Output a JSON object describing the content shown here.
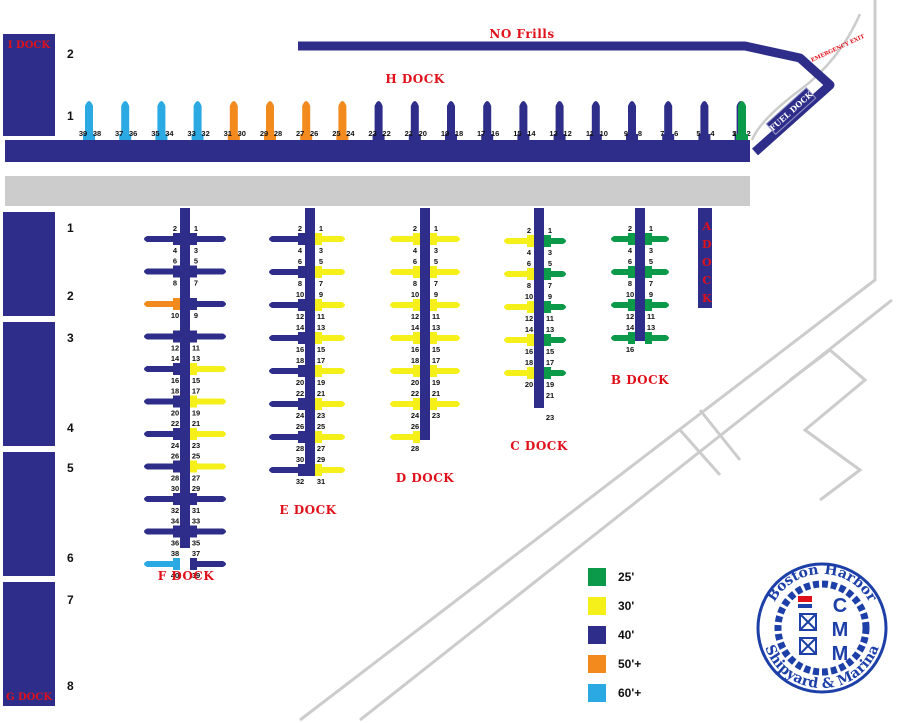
{
  "colors": {
    "navy": "#2e2e8a",
    "gray": "#cccccc",
    "red": "#e0101a",
    "green": "#0a9a4a",
    "yellow": "#f5ef1a",
    "orange": "#f28a1e",
    "cyan": "#2aa9e3"
  },
  "labels": {
    "no_frills": "NO Frills",
    "emergency_exit": "EMERGENCY EXIT",
    "fuel_dock": "FUEL DOCK",
    "h_dock": "H DOCK",
    "f_dock": "F DOCK",
    "e_dock": "E DOCK",
    "d_dock": "D DOCK",
    "c_dock": "C DOCK",
    "b_dock": "B DOCK",
    "a_dock": "A DOCK",
    "i_dock": "I DOCK",
    "g_dock": "G DOCK"
  },
  "sections": [
    "2",
    "1",
    "1",
    "2",
    "3",
    "4",
    "5",
    "6",
    "7",
    "8"
  ],
  "legend": [
    {
      "color": "green",
      "label": "25'"
    },
    {
      "color": "yellow",
      "label": "30'"
    },
    {
      "color": "navy",
      "label": "40'"
    },
    {
      "color": "orange",
      "label": "50'+"
    },
    {
      "color": "cyan",
      "label": "60'+"
    }
  ],
  "logo": {
    "top": "Boston Harbor",
    "bottom": "Shipyard & Marina",
    "letters": [
      "C",
      "M",
      "M"
    ]
  },
  "h_dock": {
    "fingers": [
      {
        "size": "cyan",
        "left": "39",
        "right": "38"
      },
      {
        "size": "cyan",
        "left": "37",
        "right": "36"
      },
      {
        "size": "cyan",
        "left": "35",
        "right": "34"
      },
      {
        "size": "cyan",
        "left": "33",
        "right": "32"
      },
      {
        "size": "orange",
        "left": "31",
        "right": "30"
      },
      {
        "size": "orange",
        "left": "29",
        "right": "28"
      },
      {
        "size": "orange",
        "left": "27",
        "right": "26"
      },
      {
        "size": "orange",
        "left": "25",
        "right": "24"
      },
      {
        "size": "navy",
        "left": "23",
        "right": "22"
      },
      {
        "size": "navy",
        "left": "21",
        "right": "20"
      },
      {
        "size": "navy",
        "left": "19",
        "right": "18"
      },
      {
        "size": "navy",
        "left": "17",
        "right": "16"
      },
      {
        "size": "navy",
        "left": "15",
        "right": "14"
      },
      {
        "size": "navy",
        "left": "13",
        "right": "12"
      },
      {
        "size": "navy",
        "left": "11",
        "right": "10"
      },
      {
        "size": "navy",
        "left": "9",
        "right": "8"
      },
      {
        "size": "navy",
        "left": "7",
        "right": "6"
      },
      {
        "size": "navy",
        "left": "5",
        "right": "4"
      },
      {
        "size": "navy",
        "left": "3",
        "right": "2"
      },
      {
        "size": "green",
        "left": "1",
        "right": ""
      }
    ]
  },
  "docks": [
    {
      "id": "f",
      "rows": [
        {
          "left": "navy",
          "right": "navy",
          "labels_above": [
            "2",
            "1"
          ],
          "labels_below": [
            "4",
            "3"
          ]
        },
        {
          "left": "navy",
          "right": "navy",
          "labels_above": [
            "6",
            "5"
          ],
          "labels_below": [
            "8",
            "7"
          ]
        },
        {
          "left": "orange",
          "right": "navy",
          "labels_above": [
            "",
            ""
          ],
          "labels_below": [
            "10",
            "9"
          ]
        },
        {
          "left": "navy",
          "right": "navy",
          "labels_above": [
            "",
            ""
          ],
          "labels_below": [
            "12",
            "11"
          ]
        },
        {
          "left": "navy",
          "right": "yellow",
          "labels_above": [
            "14",
            "13"
          ],
          "labels_below": [
            "16",
            "15"
          ]
        },
        {
          "left": "navy",
          "right": "yellow",
          "labels_above": [
            "18",
            "17"
          ],
          "labels_below": [
            "20",
            "19"
          ]
        },
        {
          "left": "navy",
          "right": "yellow",
          "labels_above": [
            "22",
            "21"
          ],
          "labels_below": [
            "24",
            "23"
          ]
        },
        {
          "left": "navy",
          "right": "yellow",
          "labels_above": [
            "26",
            "25"
          ],
          "labels_below": [
            "28",
            "27"
          ]
        },
        {
          "left": "navy",
          "right": "navy",
          "labels_above": [
            "30",
            "29"
          ],
          "labels_below": [
            "32",
            "31"
          ]
        },
        {
          "left": "navy",
          "right": "navy",
          "labels_above": [
            "34",
            "33"
          ],
          "labels_below": [
            "36",
            "35"
          ]
        },
        {
          "left": "cyan",
          "right": "navy",
          "labels_above": [
            "38",
            "37"
          ],
          "labels_below": [
            "40",
            "39"
          ]
        }
      ]
    },
    {
      "id": "e",
      "rows": [
        {
          "left": "navy",
          "right": "yellow",
          "labels_above": [
            "2",
            "1"
          ],
          "labels_below": [
            "4",
            "3"
          ]
        },
        {
          "left": "navy",
          "right": "yellow",
          "labels_above": [
            "6",
            "5"
          ],
          "labels_below": [
            "8",
            "7"
          ]
        },
        {
          "left": "navy",
          "right": "yellow",
          "labels_above": [
            "10",
            "9"
          ],
          "labels_below": [
            "12",
            "11"
          ]
        },
        {
          "left": "navy",
          "right": "yellow",
          "labels_above": [
            "14",
            "13"
          ],
          "labels_below": [
            "16",
            "15"
          ]
        },
        {
          "left": "navy",
          "right": "yellow",
          "labels_above": [
            "18",
            "17"
          ],
          "labels_below": [
            "20",
            "19"
          ]
        },
        {
          "left": "navy",
          "right": "yellow",
          "labels_above": [
            "22",
            "21"
          ],
          "labels_below": [
            "24",
            "23"
          ]
        },
        {
          "left": "navy",
          "right": "yellow",
          "labels_above": [
            "26",
            "25"
          ],
          "labels_below": [
            "28",
            "27"
          ]
        },
        {
          "left": "navy",
          "right": "yellow",
          "labels_above": [
            "30",
            "29"
          ],
          "labels_below": [
            "32",
            "31"
          ]
        }
      ]
    },
    {
      "id": "d",
      "rows": [
        {
          "left": "yellow",
          "right": "yellow",
          "labels_above": [
            "2",
            "1"
          ],
          "labels_below": [
            "4",
            "3"
          ]
        },
        {
          "left": "yellow",
          "right": "yellow",
          "labels_above": [
            "6",
            "5"
          ],
          "labels_below": [
            "8",
            "7"
          ]
        },
        {
          "left": "yellow",
          "right": "yellow",
          "labels_above": [
            "10",
            "9"
          ],
          "labels_below": [
            "12",
            "11"
          ]
        },
        {
          "left": "yellow",
          "right": "yellow",
          "labels_above": [
            "14",
            "13"
          ],
          "labels_below": [
            "16",
            "15"
          ]
        },
        {
          "left": "yellow",
          "right": "yellow",
          "labels_above": [
            "18",
            "17"
          ],
          "labels_below": [
            "20",
            "19"
          ]
        },
        {
          "left": "yellow",
          "right": "yellow",
          "labels_above": [
            "22",
            "21"
          ],
          "labels_below": [
            "24",
            "23"
          ]
        },
        {
          "left": "yellow",
          "right": "",
          "labels_above": [
            "26",
            ""
          ],
          "labels_below": [
            "28",
            ""
          ]
        }
      ]
    },
    {
      "id": "c",
      "rows": [
        {
          "left": "yellow",
          "right": "green",
          "labels_above": [
            "2",
            "1"
          ],
          "labels_below": [
            "4",
            "3"
          ]
        },
        {
          "left": "yellow",
          "right": "green",
          "labels_above": [
            "6",
            "5"
          ],
          "labels_below": [
            "8",
            "7"
          ]
        },
        {
          "left": "yellow",
          "right": "green",
          "labels_above": [
            "10",
            "9"
          ],
          "labels_below": [
            "12",
            "11"
          ]
        },
        {
          "left": "yellow",
          "right": "green",
          "labels_above": [
            "14",
            "13"
          ],
          "labels_below": [
            "16",
            "15"
          ]
        },
        {
          "left": "yellow",
          "right": "green",
          "labels_above": [
            "18",
            "17"
          ],
          "labels_below": [
            "20",
            "19"
          ]
        },
        {
          "left": "",
          "right": "",
          "labels_above": [
            "",
            "21"
          ],
          "labels_below": [
            "",
            "23"
          ]
        }
      ]
    },
    {
      "id": "b",
      "rows": [
        {
          "left": "green",
          "right": "green",
          "labels_above": [
            "2",
            "1"
          ],
          "labels_below": [
            "4",
            "3"
          ]
        },
        {
          "left": "green",
          "right": "green",
          "labels_above": [
            "6",
            "5"
          ],
          "labels_below": [
            "8",
            "7"
          ]
        },
        {
          "left": "green",
          "right": "green",
          "labels_above": [
            "10",
            "9"
          ],
          "labels_below": [
            "12",
            "11"
          ]
        },
        {
          "left": "green",
          "right": "green",
          "labels_above": [
            "14",
            "13"
          ],
          "labels_below": [
            "16",
            ""
          ]
        }
      ]
    }
  ]
}
